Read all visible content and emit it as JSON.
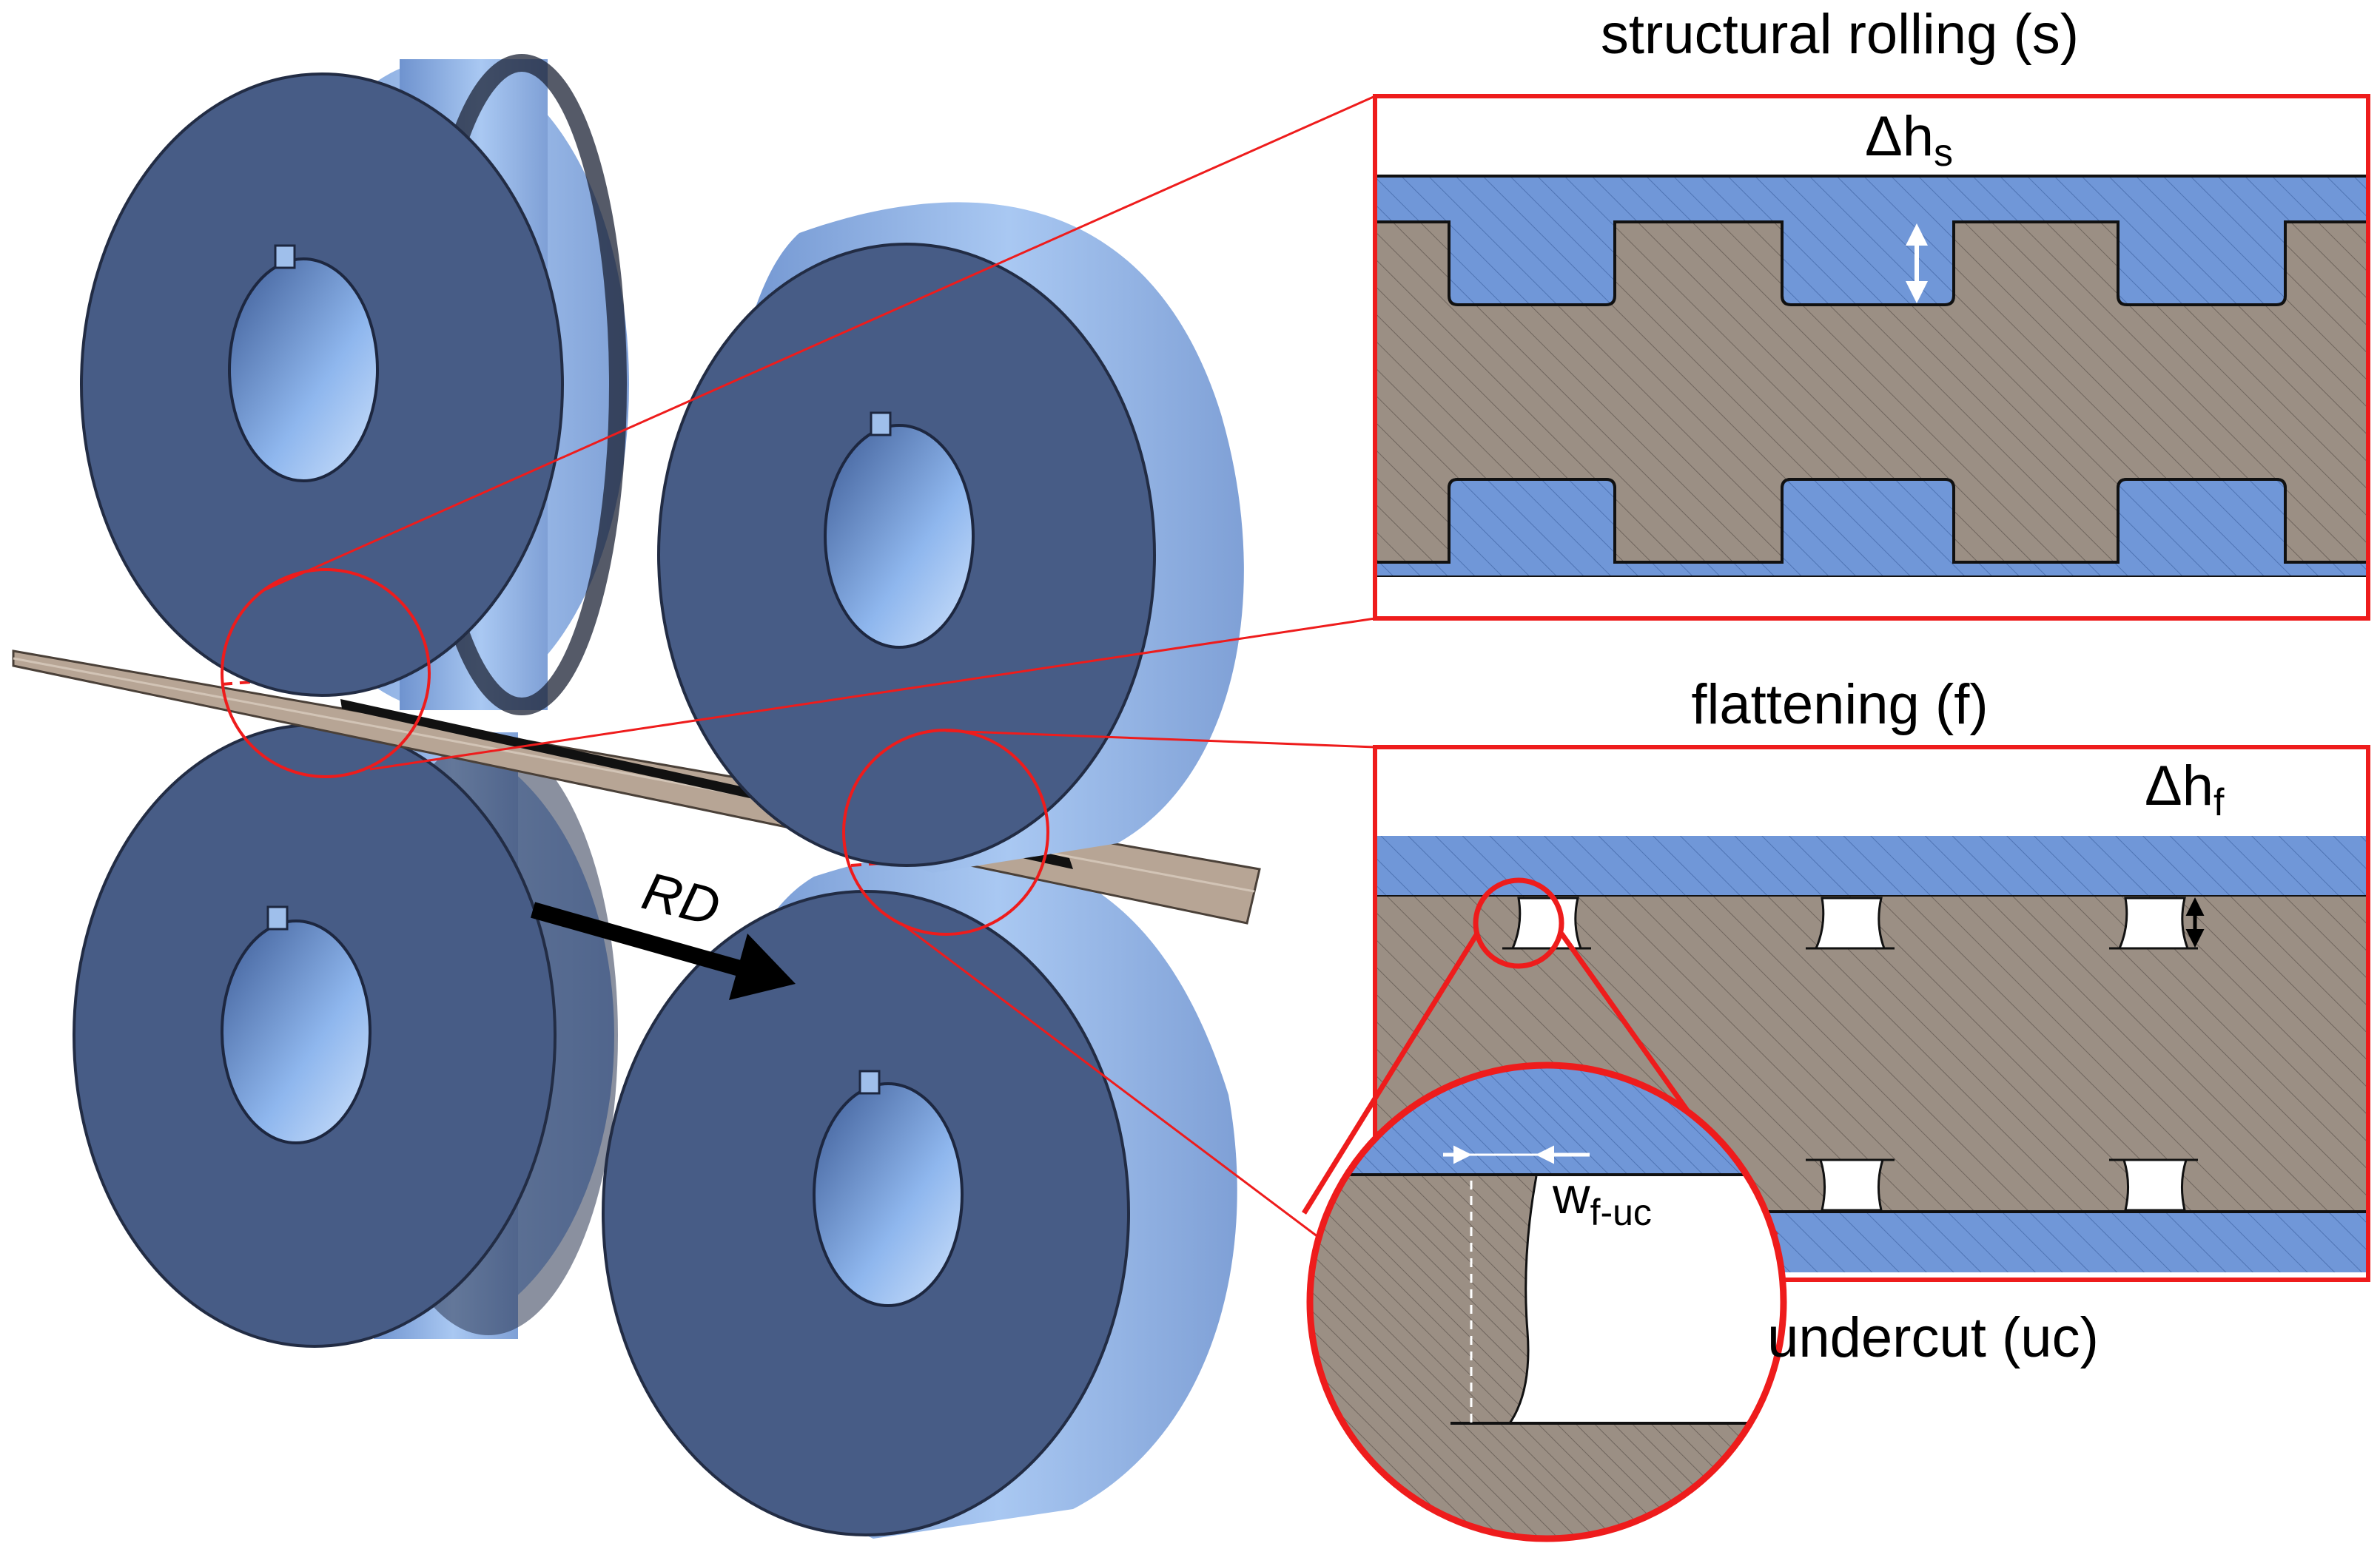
{
  "labels": {
    "structural_title": "structural rolling (s)",
    "flattening_title": "flattening (f)",
    "undercut_title": "undercut (uc)",
    "rolling_direction": "RD",
    "delta_h_s": {
      "main": "Δh",
      "sub": "s"
    },
    "delta_h_f": {
      "main": "Δh",
      "sub": "f"
    },
    "w_f_uc": {
      "main": "w",
      "sub": "f-uc"
    }
  },
  "colors": {
    "roll_face": "#475c86",
    "roll_rim": "#8fb2ea",
    "roll_rim_light": "#b6d2f6",
    "bore": "#7ea8e6",
    "sheet": "#b7a595",
    "material": "#9b8f84",
    "tool": "#7097d8",
    "callout": "#ee1c1c",
    "arrow": "#000000"
  }
}
